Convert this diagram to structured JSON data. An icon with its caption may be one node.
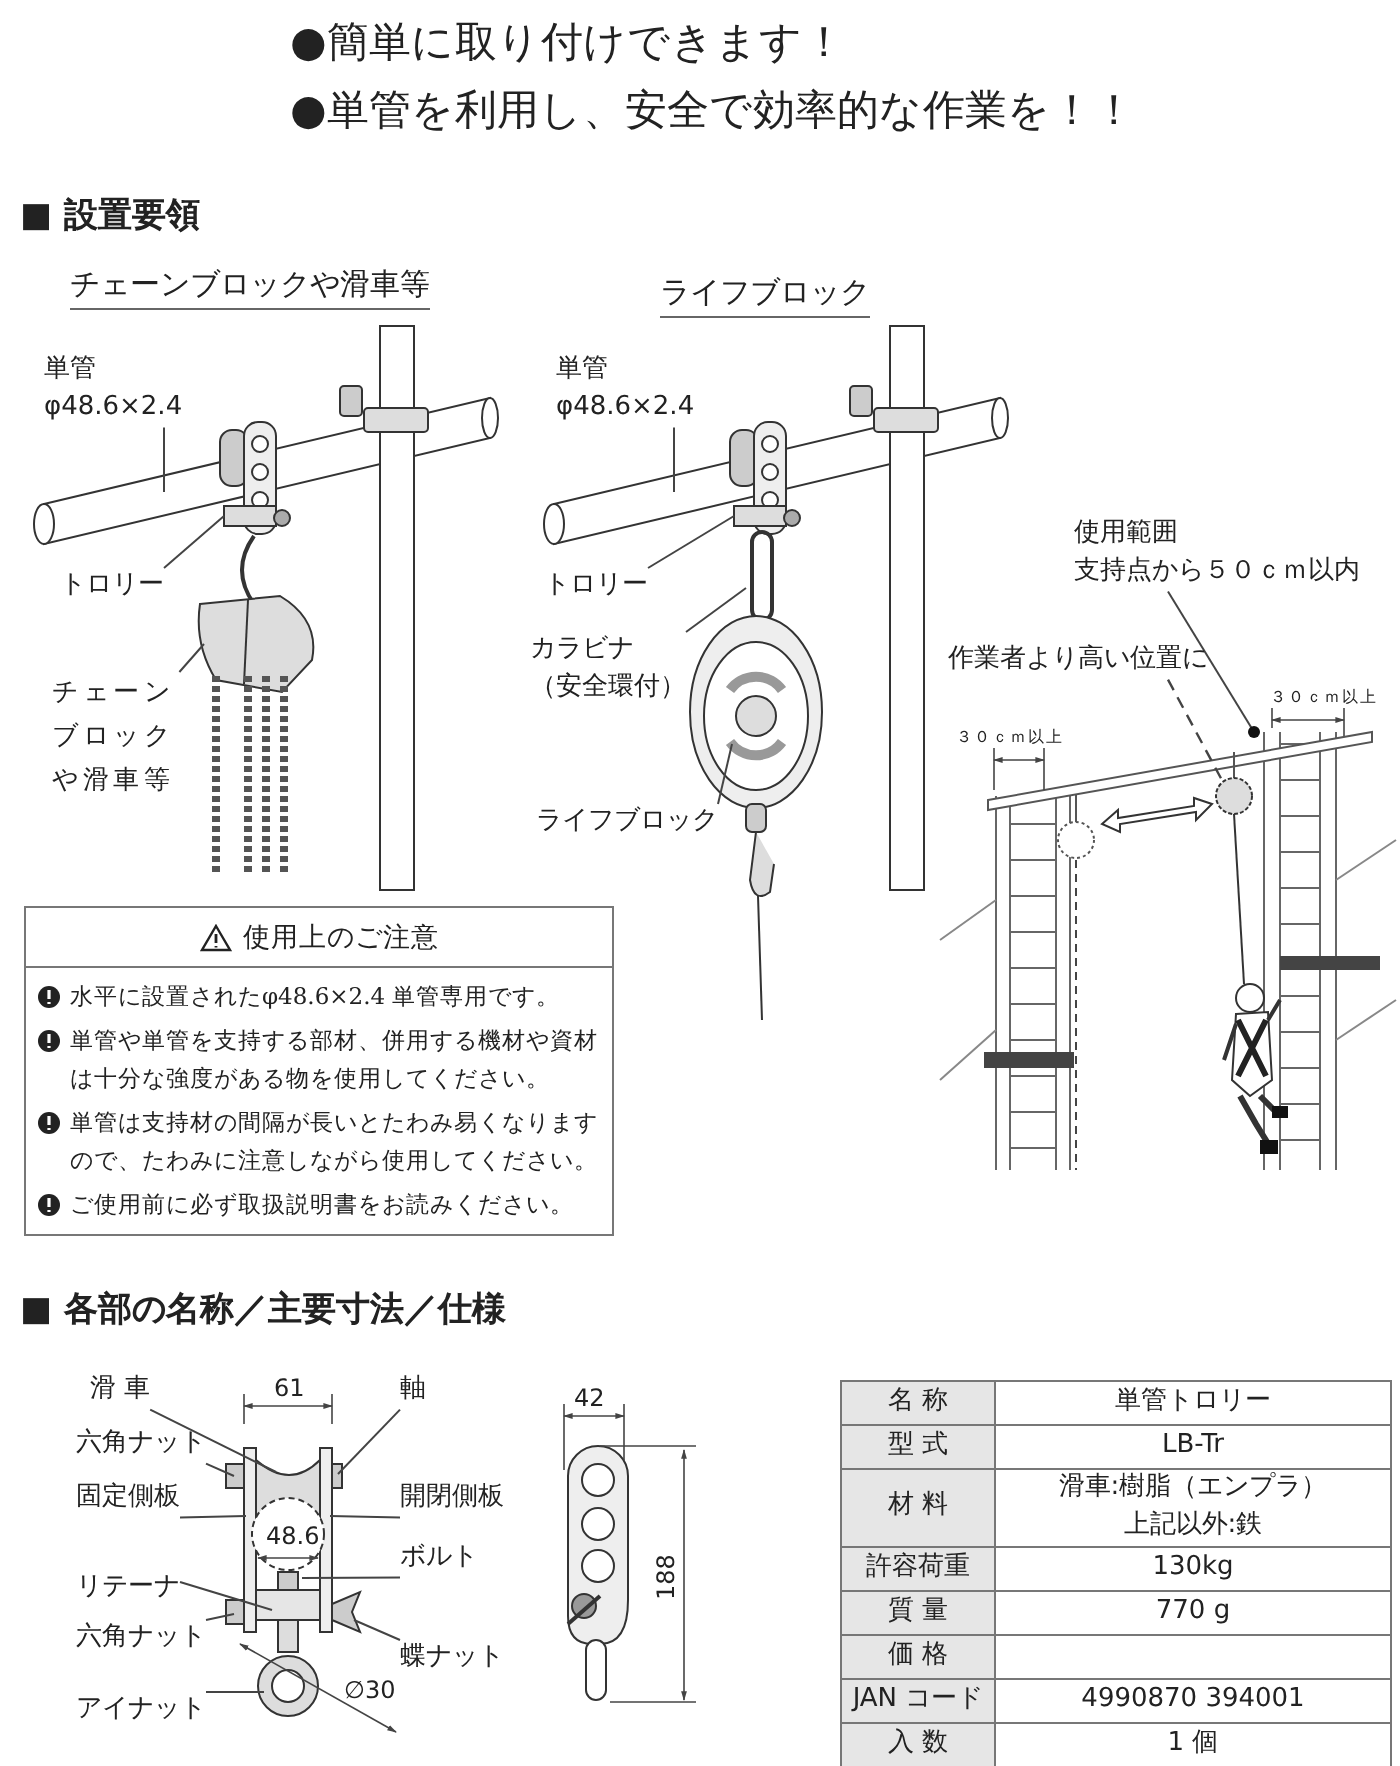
{
  "diagram": {
    "nodes": [
      {
        "text": [
          "単管",
          "φ48.6×2.4"
        ]
      },
      {
        "text": [
          "トロリー"
        ]
      },
      {
        "text": [
          "チェーンブロックや滑車等"
        ]
      },
      {
        "text": [
          "単管",
          "φ48.6×2.4"
        ]
      },
      {
        "text": [
          "トロリー"
        ]
      },
      {
        "text": [
          "カラビナ",
          "（安全環付）"
        ]
      },
      {
        "text": [
          "ライフブロック"
        ]
      },
      {
        "text": [
          "作業者より高い位置に"
        ]
      },
      {
        "text": [
          "使用範囲",
          "支持点から５０ｃｍ以内"
        ]
      },
      {
        "text": [
          "滑 車"
        ]
      },
      {
        "text": [
          "六角ナット"
        ]
      },
      {
        "text": [
          "固定側板"
        ]
      },
      {
        "text": [
          "リテーナ"
        ]
      },
      {
        "text": [
          "六角ナット"
        ]
      },
      {
        "text": [
          "アイナット"
        ]
      },
      {
        "text": [
          "軸"
        ]
      },
      {
        "text": [
          "開閉側板"
        ]
      },
      {
        "text": [
          "ボルト"
        ]
      },
      {
        "text": [
          "蝶ナット"
        ]
      },
      {
        "text": [
          "使用上のご注意",
          "水平に設置されたφ48.6×2.4 単管専用です。",
          "単管や単管を支持する部材、併用する機材や資材は十分な強度がある物を使用してください。",
          "単管は支持材の間隔が長いとたわみ易くなりますので、たわみに注意しながら使用してください。",
          "ご使用前に必ず取扱説明書をお読みください。"
        ]
      },
      {
        "text": [],
        "shape": "picture"
      },
      {
        "text": [],
        "shape": "picture"
      }
    ],
    "edges": [
      {
        "from": 0,
        "to": null,
        "arrow": "none"
      },
      {
        "from": 1,
        "to": null,
        "arrow": "none"
      },
      {
        "from": 2,
        "to": null,
        "arrow": "none"
      },
      {
        "from": 3,
        "to": null,
        "arrow": "none"
      },
      {
        "from": 4,
        "to": null,
        "arrow": "none"
      },
      {
        "from": 5,
        "to": null,
        "arrow": "none"
      },
      {
        "from": 6,
        "to": null,
        "arrow": "none"
      },
      {
        "from": 7,
        "to": 21,
        "arrow": "none",
        "style": "dashed"
      },
      {
        "from": 8,
        "to": 21,
        "arrow": "other"
      },
      {
        "from": 9,
        "to": 20,
        "arrow": "none"
      },
      {
        "from": 10,
        "to": 20,
        "arrow": "none"
      },
      {
        "from": 11,
        "to": 20,
        "arrow": "none"
      },
      {
        "from": 12,
        "to": 20,
        "arrow": "none"
      },
      {
        "from": 13,
        "to": 20,
        "arrow": "none"
      },
      {
        "from": 14,
        "to": 20,
        "arrow": "none"
      },
      {
        "from": 15,
        "to": 20,
        "arrow": "none"
      },
      {
        "from": 16,
        "to": 20,
        "arrow": "none"
      },
      {
        "from": 17,
        "to": 20,
        "arrow": "none"
      },
      {
        "from": 18,
        "to": 20,
        "arrow": "none"
      }
    ],
    "labels": [
      "●簡単に取り付けできます！",
      "●単管を利用し、安全で効率的な作業を！！",
      "■ 設置要領",
      "チェーンブロックや滑車等",
      "ライフブロック",
      "３０ｃｍ以上",
      "３０ｃｍ以上",
      "■ 各部の名称／主要寸法／仕様",
      "61",
      "48.6",
      "∅30",
      "42",
      "188",
      "名 称",
      "単管トロリー",
      "型 式",
      "LB-Tr",
      "材 料",
      "滑車:樹脂（エンプラ）",
      "上記以外:鉄",
      "許容荷重",
      "130kg",
      "質 量",
      "770 g",
      "価 格",
      "JAN コード",
      "4990870 394001",
      "入 数",
      "1 個"
    ]
  }
}
